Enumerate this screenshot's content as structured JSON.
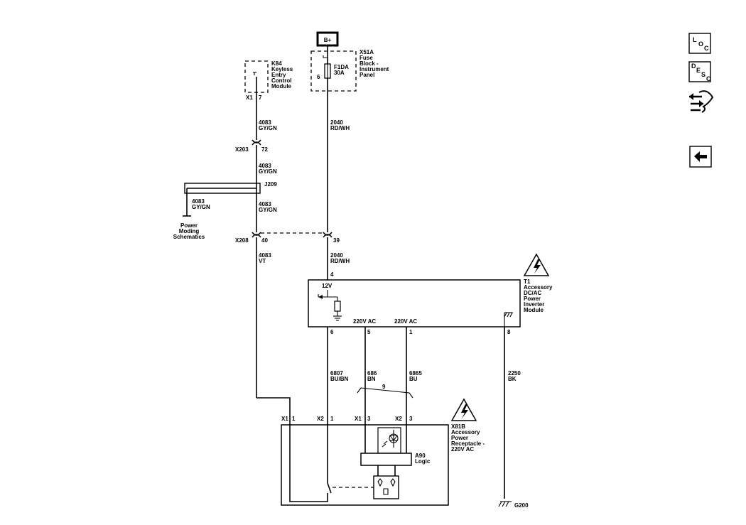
{
  "power": {
    "bplus": "B+"
  },
  "k84": {
    "lines": [
      "K84",
      "Keyless",
      "Entry",
      "Control",
      "Module"
    ],
    "conn": "X1",
    "pin": "7"
  },
  "x51a": {
    "lines": [
      "X51A",
      "Fuse",
      "Block -",
      "Instrument",
      "Panel"
    ],
    "fuse_name": "F1DA",
    "fuse_rating": "30A",
    "pin": "6"
  },
  "circuits": {
    "c4083_1": [
      "4083",
      "GY/GN"
    ],
    "c2040_1": [
      "2040",
      "RD/WH"
    ],
    "c4083_2": [
      "4083",
      "GY/GN"
    ],
    "c4083_branch": [
      "4083",
      "GY/GN"
    ],
    "c4083_3": [
      "4083",
      "GY/GN"
    ],
    "c4083_vt": [
      "4083",
      "VT"
    ],
    "c2040_2": [
      "2040",
      "RD/WH"
    ],
    "c6807": [
      "6807",
      "BU/BN"
    ],
    "c686": [
      "686",
      "BN"
    ],
    "c6865": [
      "6865",
      "BU"
    ],
    "c2250": [
      "2250",
      "BK"
    ]
  },
  "x203": {
    "name": "X203",
    "pin": "72"
  },
  "j209": {
    "name": "J209"
  },
  "power_moding": [
    "Power",
    "Moding",
    "Schematics"
  ],
  "x208": {
    "name": "X208",
    "pin_left": "40",
    "pin_right": "39"
  },
  "t1": {
    "lines": [
      "T1",
      "Accessory",
      "DC/AC",
      "Power",
      "Inverter",
      "Module"
    ],
    "pin_in": "4",
    "label_12v": "12V",
    "label_ac1": "220V AC",
    "label_ac2": "220V AC",
    "pins_bottom": [
      "6",
      "5",
      "1",
      "8"
    ]
  },
  "twist": {
    "label": "9"
  },
  "x81b": {
    "lines": [
      "X81B",
      "Accessory",
      "Power",
      "Receptacle -",
      "220V AC"
    ],
    "conns": [
      {
        "conn": "X1",
        "pin": "1"
      },
      {
        "conn": "X2",
        "pin": "1"
      },
      {
        "conn": "X1",
        "pin": "3"
      },
      {
        "conn": "X2",
        "pin": "3"
      }
    ]
  },
  "a90": {
    "lines": [
      "A90",
      "Logic"
    ]
  },
  "ground": {
    "name": "G200"
  },
  "nav": {
    "loc": [
      "L",
      "O",
      "C"
    ],
    "desc": [
      "D",
      "E",
      "S",
      "C"
    ]
  }
}
